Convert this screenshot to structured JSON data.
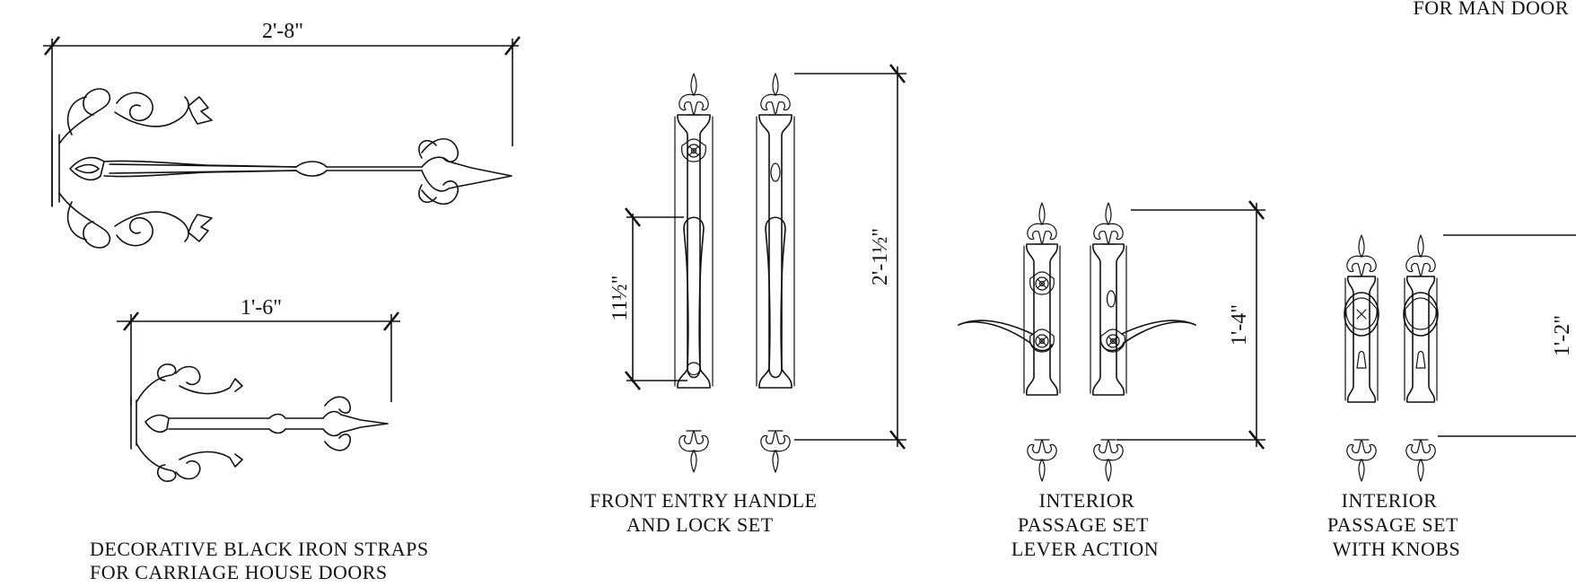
{
  "labels": {
    "top_right": "FOR MAN DOOR",
    "straps_line1": "DECORATIVE BLACK IRON STRAPS",
    "straps_line2": "FOR CARRIAGE HOUSE DOORS",
    "front_line1": "FRONT ENTRY HANDLE",
    "front_line2": "AND LOCK SET",
    "lever_line1": "INTERIOR",
    "lever_line2": "PASSAGE SET",
    "lever_line3": "LEVER ACTION",
    "knob_line1": "INTERIOR",
    "knob_line2": "PASSAGE SET",
    "knob_line3": "WITH KNOBS"
  },
  "dimensions": {
    "strap_large_width": "2'-8\"",
    "strap_small_width": "1'-6\"",
    "handle_grip": "11½\"",
    "front_height": "2'-1½\"",
    "lever_height": "1'-4\"",
    "knob_height": "1'-2\""
  }
}
